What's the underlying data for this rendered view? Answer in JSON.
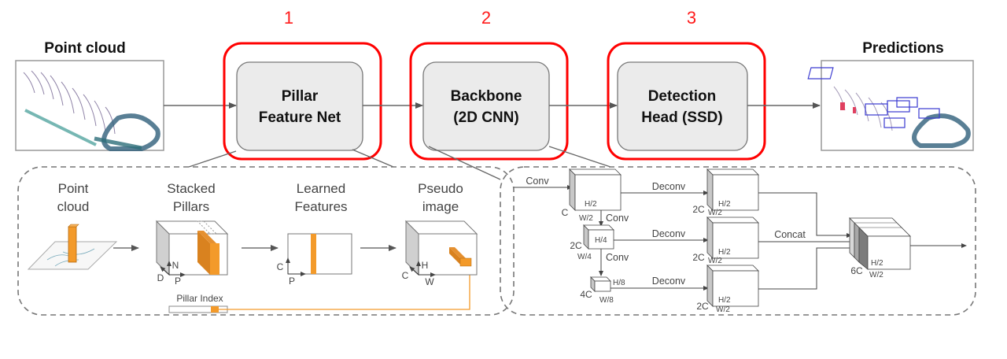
{
  "pipeline": {
    "input_label": "Point cloud",
    "output_label": "Predictions",
    "stages": [
      {
        "number": "1",
        "label_line1": "Pillar",
        "label_line2": "Feature Net"
      },
      {
        "number": "2",
        "label_line1": "Backbone",
        "label_line2": "(2D CNN)"
      },
      {
        "number": "3",
        "label_line1": "Detection",
        "label_line2": "Head (SSD)"
      }
    ],
    "highlight_color": "#ff0000",
    "block_fill": "#ebebeb"
  },
  "pillar_feature_net": {
    "steps": [
      {
        "line1": "Point",
        "line2": "cloud"
      },
      {
        "line1": "Stacked",
        "line2": "Pillars"
      },
      {
        "line1": "Learned",
        "line2": "Features"
      },
      {
        "line1": "Pseudo",
        "line2": "image"
      }
    ],
    "stacked_axes": {
      "d": "D",
      "n": "N",
      "p": "P"
    },
    "learned_axes": {
      "c": "C",
      "p": "P"
    },
    "pseudo_axes": {
      "c": "C",
      "h": "H",
      "w": "W"
    },
    "pillar_index_label": "Pillar Index",
    "accent_color": "#f39a2a"
  },
  "backbone": {
    "conv_in": "Conv",
    "down_ops": [
      "Conv",
      "Conv"
    ],
    "deconv_ops": [
      "Deconv",
      "Deconv",
      "Deconv"
    ],
    "concat_label": "Concat",
    "blocks": [
      {
        "c": "C",
        "h": "H/2",
        "w": "W/2"
      },
      {
        "c": "2C",
        "h": "H/4",
        "w": "W/4"
      },
      {
        "c": "4C",
        "h": "H/8",
        "w": "W/8"
      }
    ],
    "up_blocks": [
      {
        "c": "2C",
        "h": "H/2",
        "w": "W/2"
      },
      {
        "c": "2C",
        "h": "H/2",
        "w": "W/2"
      },
      {
        "c": "2C",
        "h": "H/2",
        "w": "W/2"
      }
    ],
    "concat_block": {
      "c": "6C",
      "h": "H/2",
      "w": "W/2"
    }
  }
}
